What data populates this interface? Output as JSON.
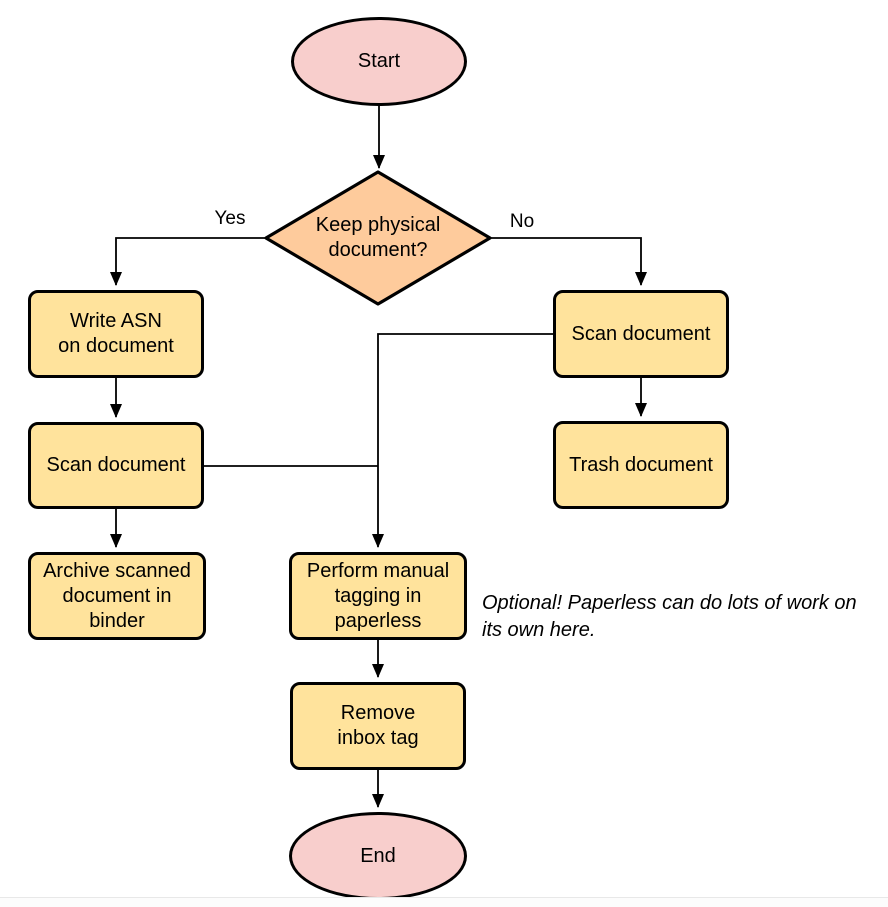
{
  "flowchart": {
    "nodes": {
      "start": {
        "label": "Start",
        "type": "terminator"
      },
      "decision": {
        "label": "Keep physical\ndocument?",
        "type": "decision"
      },
      "write_asn": {
        "label": "Write ASN\non document",
        "type": "process"
      },
      "scan_document_left": {
        "label": "Scan document",
        "type": "process"
      },
      "archive_scanned": {
        "label": "Archive scanned\ndocument in\nbinder",
        "type": "process"
      },
      "scan_document_right": {
        "label": "Scan document",
        "type": "process"
      },
      "trash_document": {
        "label": "Trash document",
        "type": "process"
      },
      "manual_tagging": {
        "label": "Perform manual\ntagging in\npaperless",
        "type": "process"
      },
      "remove_inbox_tag": {
        "label": "Remove\ninbox tag",
        "type": "process"
      },
      "end": {
        "label": "End",
        "type": "terminator"
      }
    },
    "edge_labels": {
      "yes": "Yes",
      "no": "No"
    },
    "note": "Optional! Paperless can do lots of work on\nits own here.",
    "colors": {
      "terminator_fill": "#f8cecc",
      "decision_fill": "#fecb9c",
      "process_fill": "#ffe39c",
      "stroke": "#000000"
    }
  }
}
